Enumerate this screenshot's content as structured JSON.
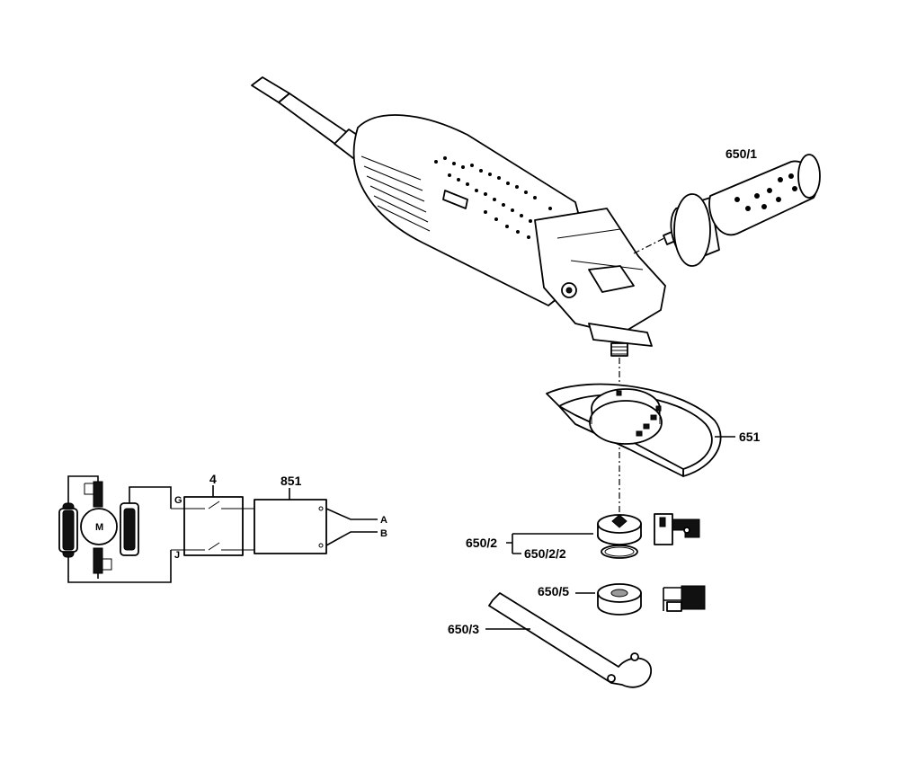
{
  "labels": {
    "handle": "650/1",
    "guard": "651",
    "flange": "650/2",
    "oring": "650/2/2",
    "nut": "650/5",
    "spanner": "650/3",
    "switch": "4",
    "filter": "851",
    "motor": "M",
    "term_a": "A",
    "term_b": "B",
    "term_g": "G",
    "term_j": "J"
  },
  "colors": {
    "ink": "#000000",
    "paper": "#ffffff"
  }
}
